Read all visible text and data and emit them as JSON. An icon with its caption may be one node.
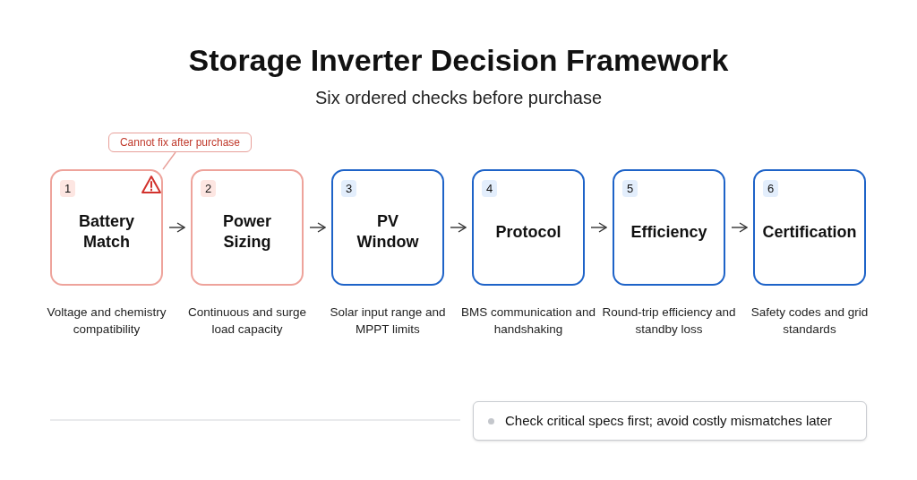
{
  "diagram": {
    "title": "Storage Inverter Decision Framework",
    "caption": "Six ordered checks before purchase",
    "nodes": [
      {
        "text": [
          "1",
          "Battery Match"
        ],
        "beside": [
          "Voltage and chemistry compatibility"
        ]
      },
      {
        "text": [
          "2",
          "Power Sizing"
        ],
        "beside": [
          "Continuous and surge load capacity"
        ]
      },
      {
        "text": [
          "3",
          "PV Window"
        ],
        "beside": [
          "Solar input range and MPPT limits"
        ]
      },
      {
        "text": [
          "4",
          "Protocol"
        ],
        "beside": [
          "BMS communication and handshaking"
        ]
      },
      {
        "text": [
          "5",
          "Efficiency"
        ],
        "beside": [
          "Round-trip efficiency and standby loss"
        ]
      },
      {
        "text": [
          "6",
          "Certification"
        ],
        "beside": [
          "Safety codes and grid standards"
        ]
      },
      {
        "text": [
          "Cannot fix after purchase"
        ]
      },
      {
        "text": [
          "Check critical specs first; avoid costly mismatches later"
        ]
      }
    ],
    "edges": [
      {
        "from": 0,
        "to": 1,
        "arrow": "to"
      },
      {
        "from": 1,
        "to": 2,
        "arrow": "to"
      },
      {
        "from": 2,
        "to": 3,
        "arrow": "to"
      },
      {
        "from": 3,
        "to": 4,
        "arrow": "to"
      },
      {
        "from": 4,
        "to": 5,
        "arrow": "to"
      },
      {
        "from": 6,
        "to": 0,
        "arrow": "none",
        "color": "#e8a09a"
      }
    ]
  }
}
